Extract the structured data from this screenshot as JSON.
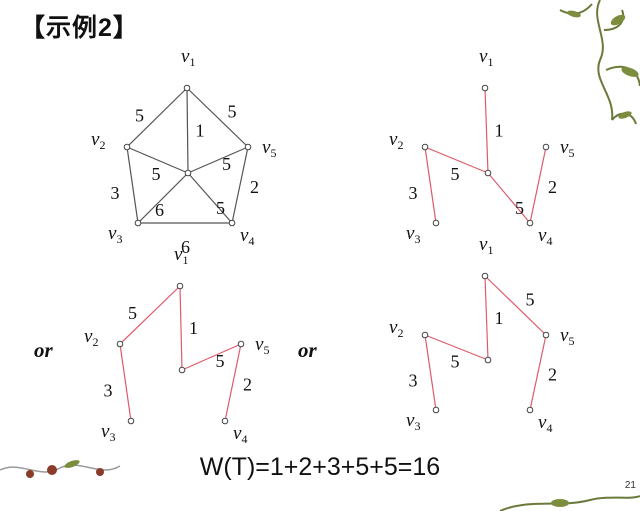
{
  "title": "【示例2】",
  "formula": "W(T)=1+2+3+5+5=16",
  "page_number": "21",
  "or_label": "or",
  "vertex_labels": [
    "v1",
    "v2",
    "v3",
    "v4",
    "v5"
  ],
  "graphs": [
    {
      "id": "original",
      "edge_color": "#555555",
      "vertices": [
        {
          "name": "v1",
          "label": "v1"
        },
        {
          "name": "v2",
          "label": "v2"
        },
        {
          "name": "v3",
          "label": "v3"
        },
        {
          "name": "v4",
          "label": "v4"
        },
        {
          "name": "v5",
          "label": "v5"
        },
        {
          "name": "c",
          "label": ""
        }
      ],
      "edges": [
        {
          "from": "v1",
          "to": "v2",
          "weight": "5"
        },
        {
          "from": "v1",
          "to": "v5",
          "weight": "5"
        },
        {
          "from": "v1",
          "to": "c",
          "weight": "1"
        },
        {
          "from": "v2",
          "to": "v3",
          "weight": "3"
        },
        {
          "from": "v2",
          "to": "c",
          "weight": "5"
        },
        {
          "from": "v3",
          "to": "c",
          "weight": "6"
        },
        {
          "from": "v3",
          "to": "v4",
          "weight": "6"
        },
        {
          "from": "v4",
          "to": "c",
          "weight": "5"
        },
        {
          "from": "v4",
          "to": "v5",
          "weight": "2"
        },
        {
          "from": "v5",
          "to": "c",
          "weight": "5"
        }
      ]
    },
    {
      "id": "tree-1",
      "edge_color": "#e05a6a",
      "edges": [
        {
          "from": "v1",
          "to": "c",
          "weight": "1"
        },
        {
          "from": "v2",
          "to": "v3",
          "weight": "3"
        },
        {
          "from": "v2",
          "to": "c",
          "weight": "5"
        },
        {
          "from": "v4",
          "to": "c",
          "weight": "5"
        },
        {
          "from": "v4",
          "to": "v5",
          "weight": "2"
        }
      ]
    },
    {
      "id": "tree-2",
      "edge_color": "#e05a6a",
      "edges": [
        {
          "from": "v1",
          "to": "v2",
          "weight": "5"
        },
        {
          "from": "v1",
          "to": "c",
          "weight": "1"
        },
        {
          "from": "v2",
          "to": "v3",
          "weight": "3"
        },
        {
          "from": "v5",
          "to": "c",
          "weight": "5"
        },
        {
          "from": "v4",
          "to": "v5",
          "weight": "2"
        }
      ]
    },
    {
      "id": "tree-3",
      "edge_color": "#e05a6a",
      "edges": [
        {
          "from": "v1",
          "to": "v5",
          "weight": "5"
        },
        {
          "from": "v1",
          "to": "c",
          "weight": "1"
        },
        {
          "from": "v2",
          "to": "v3",
          "weight": "3"
        },
        {
          "from": "v2",
          "to": "c",
          "weight": "5"
        },
        {
          "from": "v4",
          "to": "v5",
          "weight": "2"
        }
      ]
    }
  ],
  "decor": {
    "vine_color": "#6b7a3a",
    "berry_color": "#8a3b2a"
  }
}
